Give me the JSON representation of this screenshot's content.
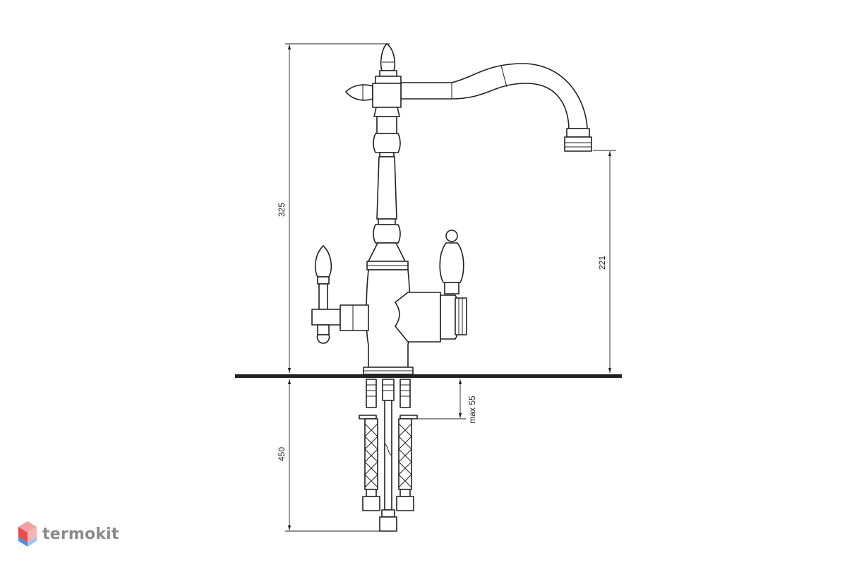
{
  "dimensions": {
    "total_height": "325",
    "spout_height": "221",
    "hose_length": "450",
    "mount_thickness": "max 55"
  },
  "brand": {
    "name": "termokit",
    "colors": [
      "#e84c4c",
      "#4a90e2",
      "#f2a1a1",
      "#9fc5ef"
    ]
  },
  "colors": {
    "ink": "#231f20",
    "brand_text": "#8a8a8a"
  }
}
